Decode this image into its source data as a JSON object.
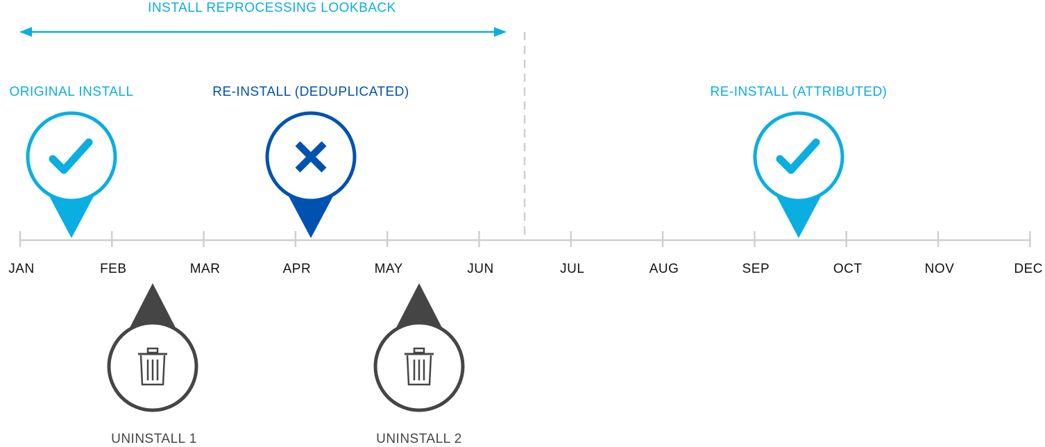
{
  "lookback": {
    "label": "INSTALL REPROCESSING LOOKBACK"
  },
  "timeline": {
    "months": [
      "JAN",
      "FEB",
      "MAR",
      "APR",
      "MAY",
      "JUN",
      "JUL",
      "AUG",
      "SEP",
      "OCT",
      "NOV",
      "DEC"
    ]
  },
  "events": {
    "original_install": {
      "label": "ORIGINAL INSTALL",
      "icon": "check-icon",
      "color": "#0aaee1"
    },
    "reinstall_deduplicated": {
      "label": "RE-INSTALL (DEDUPLICATED)",
      "icon": "x-icon",
      "color": "#0052b0"
    },
    "reinstall_attributed": {
      "label": "RE-INSTALL (ATTRIBUTED)",
      "icon": "check-icon",
      "color": "#0aaee1"
    },
    "uninstall_1": {
      "label": "UNINSTALL 1",
      "icon": "trash-icon",
      "color": "#454545"
    },
    "uninstall_2": {
      "label": "UNINSTALL 2",
      "icon": "trash-icon",
      "color": "#454545"
    }
  },
  "colors": {
    "light_blue": "#0aaee1",
    "dark_blue": "#0052b0",
    "dark_gray": "#454545",
    "axis_gray": "#cfcfcf",
    "label_black": "#111111"
  }
}
